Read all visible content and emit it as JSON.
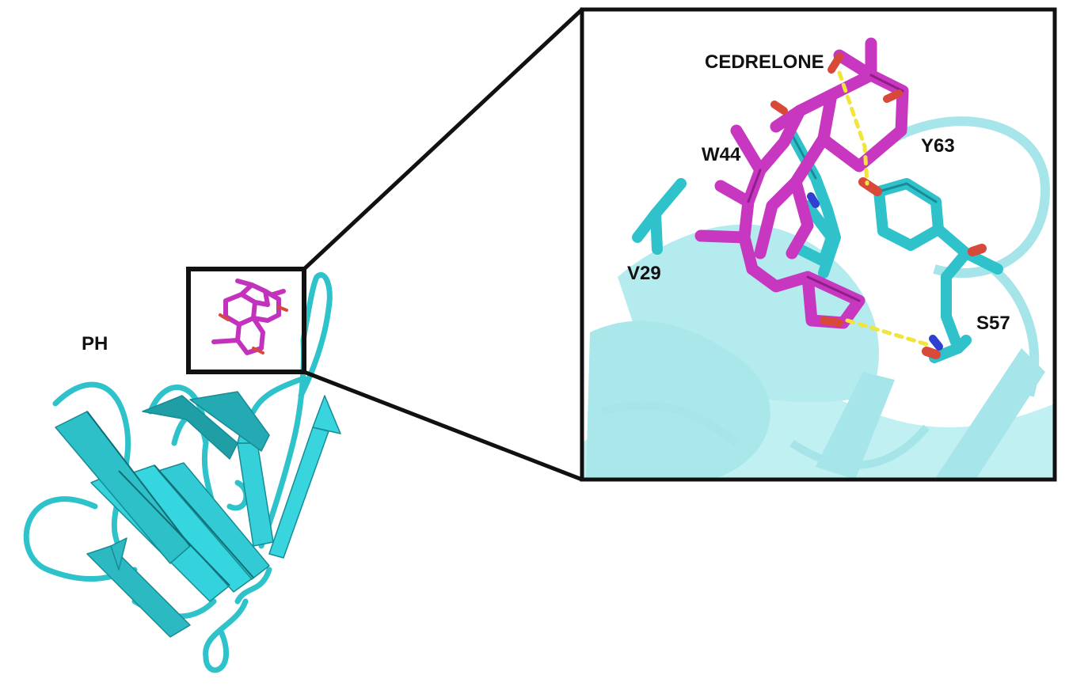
{
  "figure": {
    "overview_label": "PH",
    "ligand_label": "CEDRELONE",
    "residues": {
      "w44": "W44",
      "y63": "Y63",
      "v29": "V29",
      "s57": "S57"
    }
  },
  "colors": {
    "protein": "#35c7cf",
    "protein_dark": "#178c94",
    "ligand": "#d13fc8",
    "ligand_dark": "#8e1f88",
    "oxygen": "#d9493a",
    "nitrogen": "#2f3fd0",
    "hbond": "#f2e536",
    "frame": "#111111"
  },
  "icons": [
    "protein-cartoon",
    "ligand-sticks",
    "zoom-callout"
  ]
}
